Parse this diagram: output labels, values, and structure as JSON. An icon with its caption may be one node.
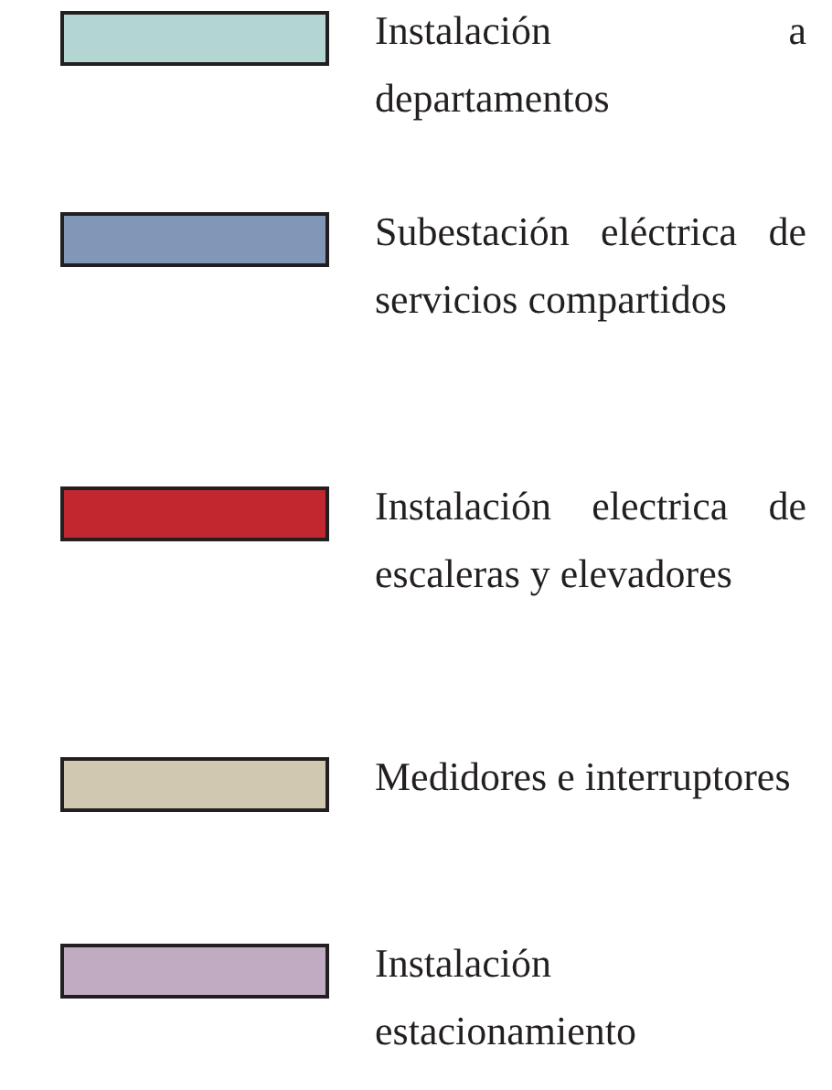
{
  "diagram": {
    "legend": [
      {
        "text": "Instalación a departamentos",
        "color": "#b3d6d2"
      },
      {
        "text": "Subestación eléctrica de servicios compartidos",
        "color": "#8097b7"
      },
      {
        "text": "Instalación electrica de escaleras y elevadores",
        "color": "#c1272f"
      },
      {
        "text": "Medidores e interruptores",
        "color": "#d0c8b0"
      },
      {
        "text": "Instalación estacionamiento",
        "color": "#c0abc3"
      }
    ]
  }
}
